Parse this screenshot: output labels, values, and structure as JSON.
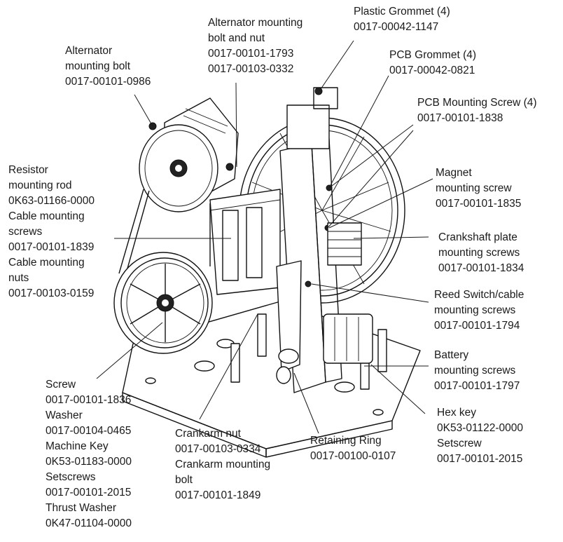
{
  "callouts": [
    {
      "id": "alternator-mounting-bolt",
      "lines": [
        "Alternator",
        "mounting bolt",
        "0017-00101-0986"
      ]
    },
    {
      "id": "alternator-mounting-bolt-nut",
      "lines": [
        "Alternator mounting",
        "bolt and nut",
        "0017-00101-1793",
        "0017-00103-0332"
      ]
    },
    {
      "id": "plastic-grommet",
      "lines": [
        "Plastic Grommet (4)",
        "0017-00042-1147"
      ]
    },
    {
      "id": "pcb-grommet",
      "lines": [
        "PCB Grommet (4)",
        "0017-00042-0821"
      ]
    },
    {
      "id": "pcb-mounting-screw",
      "lines": [
        "PCB Mounting Screw (4)",
        "0017-00101-1838"
      ]
    },
    {
      "id": "resistor-cable",
      "lines": [
        "Resistor",
        "mounting rod",
        "0K63-01166-0000",
        "Cable mounting",
        "screws",
        "0017-00101-1839",
        "Cable mounting",
        "nuts",
        "0017-00103-0159"
      ]
    },
    {
      "id": "magnet-mounting-screw",
      "lines": [
        "Magnet",
        "mounting screw",
        "0017-00101-1835"
      ]
    },
    {
      "id": "crankshaft-plate-screws",
      "lines": [
        "Crankshaft plate",
        "mounting screws",
        "0017-00101-1834"
      ]
    },
    {
      "id": "reed-switch-screws",
      "lines": [
        "Reed Switch/cable",
        "mounting screws",
        "0017-00101-1794"
      ]
    },
    {
      "id": "battery-mounting-screws",
      "lines": [
        "Battery",
        "mounting screws",
        "0017-00101-1797"
      ]
    },
    {
      "id": "hex-key-setscrew",
      "lines": [
        "Hex key",
        "0K53-01122-0000",
        "Setscrew",
        "0017-00101-2015"
      ]
    },
    {
      "id": "screw-washer-key",
      "lines": [
        "Screw",
        "0017-00101-1836",
        "Washer",
        "0017-00104-0465",
        "Machine Key",
        "0K53-01183-0000",
        "Setscrews",
        "0017-00101-2015",
        "Thrust Washer",
        "0K47-01104-0000"
      ]
    },
    {
      "id": "crankarm-nut-bolt",
      "lines": [
        "Crankarm nut",
        "0017-00103-0334",
        "Crankarm mounting",
        "bolt",
        "0017-00101-1849"
      ]
    },
    {
      "id": "retaining-ring",
      "lines": [
        "Retaining Ring",
        "0017-00100-0107"
      ]
    }
  ]
}
